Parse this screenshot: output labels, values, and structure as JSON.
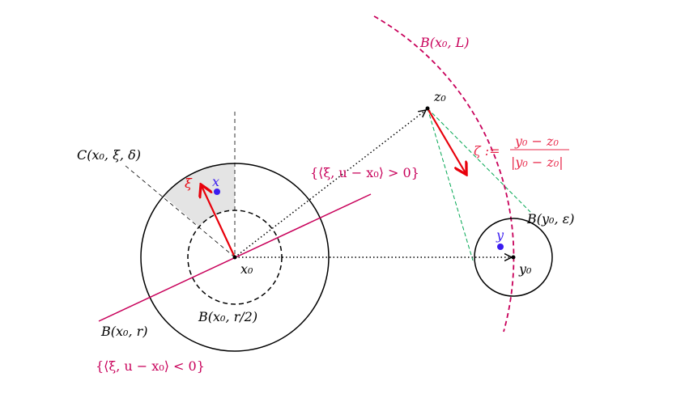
{
  "labels": {
    "cone": "C(x₀, ξ, δ)",
    "xi": "ξ",
    "x": "x",
    "x0": "x₀",
    "ball_r": "B(x₀, r)",
    "ball_r2": "B(x₀, r/2)",
    "halfspace_pos": "{⟨ξ, u − x₀⟩ > 0}",
    "halfspace_neg": "{⟨ξ, u − x₀⟩ < 0}",
    "ball_L": "B(x₀, L)",
    "z0": "z₀",
    "zeta_lhs": "ζ :=",
    "zeta_num": "y₀ − z₀",
    "zeta_den": "|y₀ − z₀|",
    "ball_eps": "B(y₀, ε)",
    "y": "y",
    "y0": "y₀"
  },
  "colors": {
    "red": "#e8000b",
    "magenta": "#c8005a",
    "blue": "#3a1cf0",
    "green": "#00a651",
    "shade": "#e4e4e4"
  }
}
